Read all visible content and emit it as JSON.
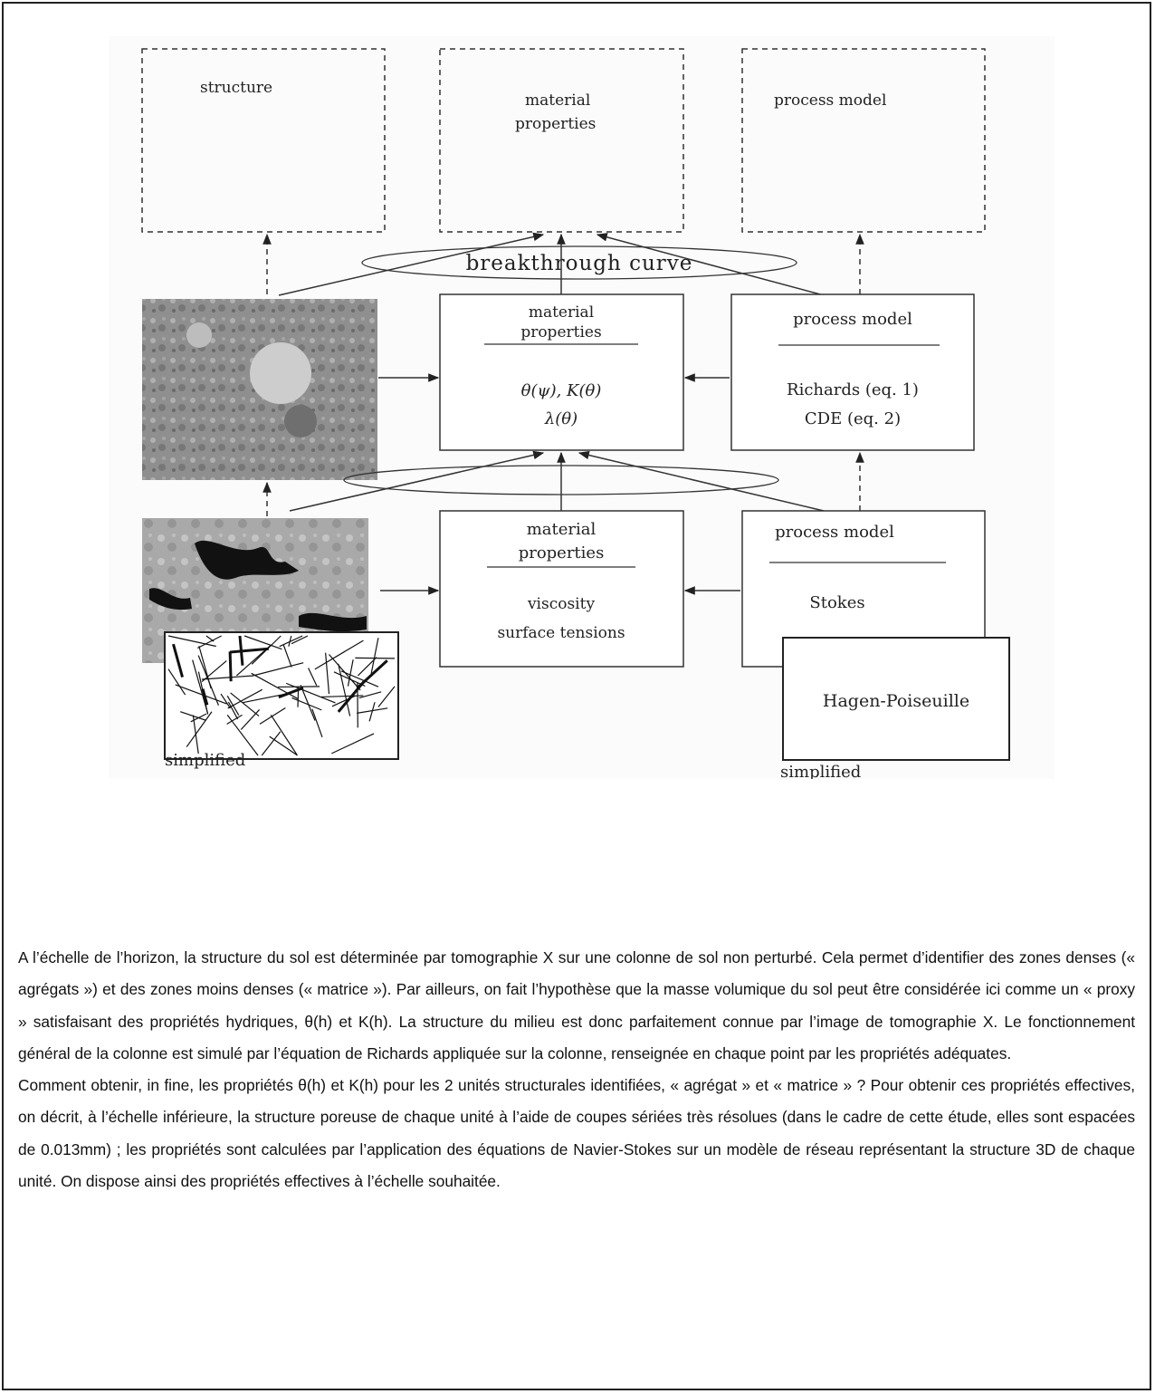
{
  "figure": {
    "top_boxes": [
      "structure",
      "material",
      "properties",
      "process model"
    ],
    "ellipse_top": "breakthrough curve",
    "mid": {
      "mat_title": [
        "material",
        "properties"
      ],
      "mat_eq1": "θ(ψ), K(θ)",
      "mat_eq2": "λ(θ)",
      "proc_title": "process model",
      "proc_l1": "Richards (eq. 1)",
      "proc_l2": "CDE (eq. 2)"
    },
    "bot": {
      "mat_title": [
        "material",
        "properties"
      ],
      "mat_l1": "viscosity",
      "mat_l2": "surface tensions",
      "proc_title": "process model",
      "proc_l1": "Stokes",
      "hagen": "Hagen-Poiseuille",
      "simplified_left": "simplified",
      "simplified_right": "simplified"
    }
  },
  "text": {
    "p1": "A l’échelle de l’horizon, la structure du sol est déterminée par tomographie X sur une colonne de sol non perturbé. Cela permet d’identifier des zones denses (« agrégats ») et des zones moins denses (« matrice »). Par ailleurs, on fait l’hypothèse que la masse volumique du sol peut être considérée ici comme un « proxy » satisfaisant des propriétés hydriques, θ(h) et K(h). La structure du milieu est donc parfaitement connue par l’image de tomographie X. Le fonctionnement général de la colonne est simulé par l’équation de Richards appliquée sur la colonne, renseignée en chaque point par les propriétés adéquates.",
    "p2": "Comment obtenir, in fine, les propriétés θ(h) et K(h) pour les 2 unités structurales identifiées, « agrégat » et « matrice » ? Pour obtenir ces propriétés effectives, on décrit, à l’échelle inférieure, la structure poreuse de chaque unité à l’aide de coupes sériées très résolues (dans le cadre de cette étude, elles sont espacées de 0.013mm) ; les propriétés sont calculées par l’application des équations de Navier-Stokes sur un modèle de réseau représentant la structure 3D de chaque unité. On dispose ainsi des propriétés effectives à l’échelle souhaitée."
  }
}
